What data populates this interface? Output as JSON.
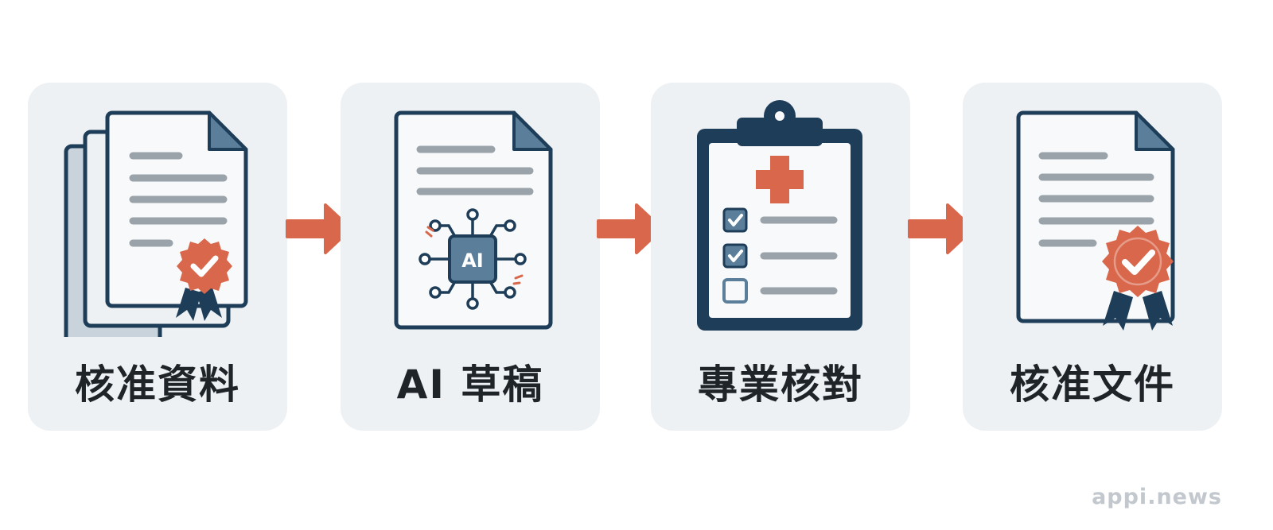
{
  "steps": [
    {
      "label": "核准資料",
      "icon": "stacked-documents-approved-badge-icon"
    },
    {
      "label": "AI 草稿",
      "icon": "ai-draft-document-icon",
      "chip_text": "AI"
    },
    {
      "label": "專業核對",
      "icon": "medical-checklist-clipboard-icon"
    },
    {
      "label": "核准文件",
      "icon": "approved-document-badge-icon"
    }
  ],
  "connector_icon": "right-arrow-icon",
  "watermark": "appi.news",
  "colors": {
    "card_bg": "#edf1f4",
    "navy": "#1e3d58",
    "fold_blue": "#5b7f9b",
    "line_gray": "#9aa3aa",
    "accent_orange": "#d9674c",
    "text": "#1f2429",
    "watermark": "#c2c8cd"
  }
}
